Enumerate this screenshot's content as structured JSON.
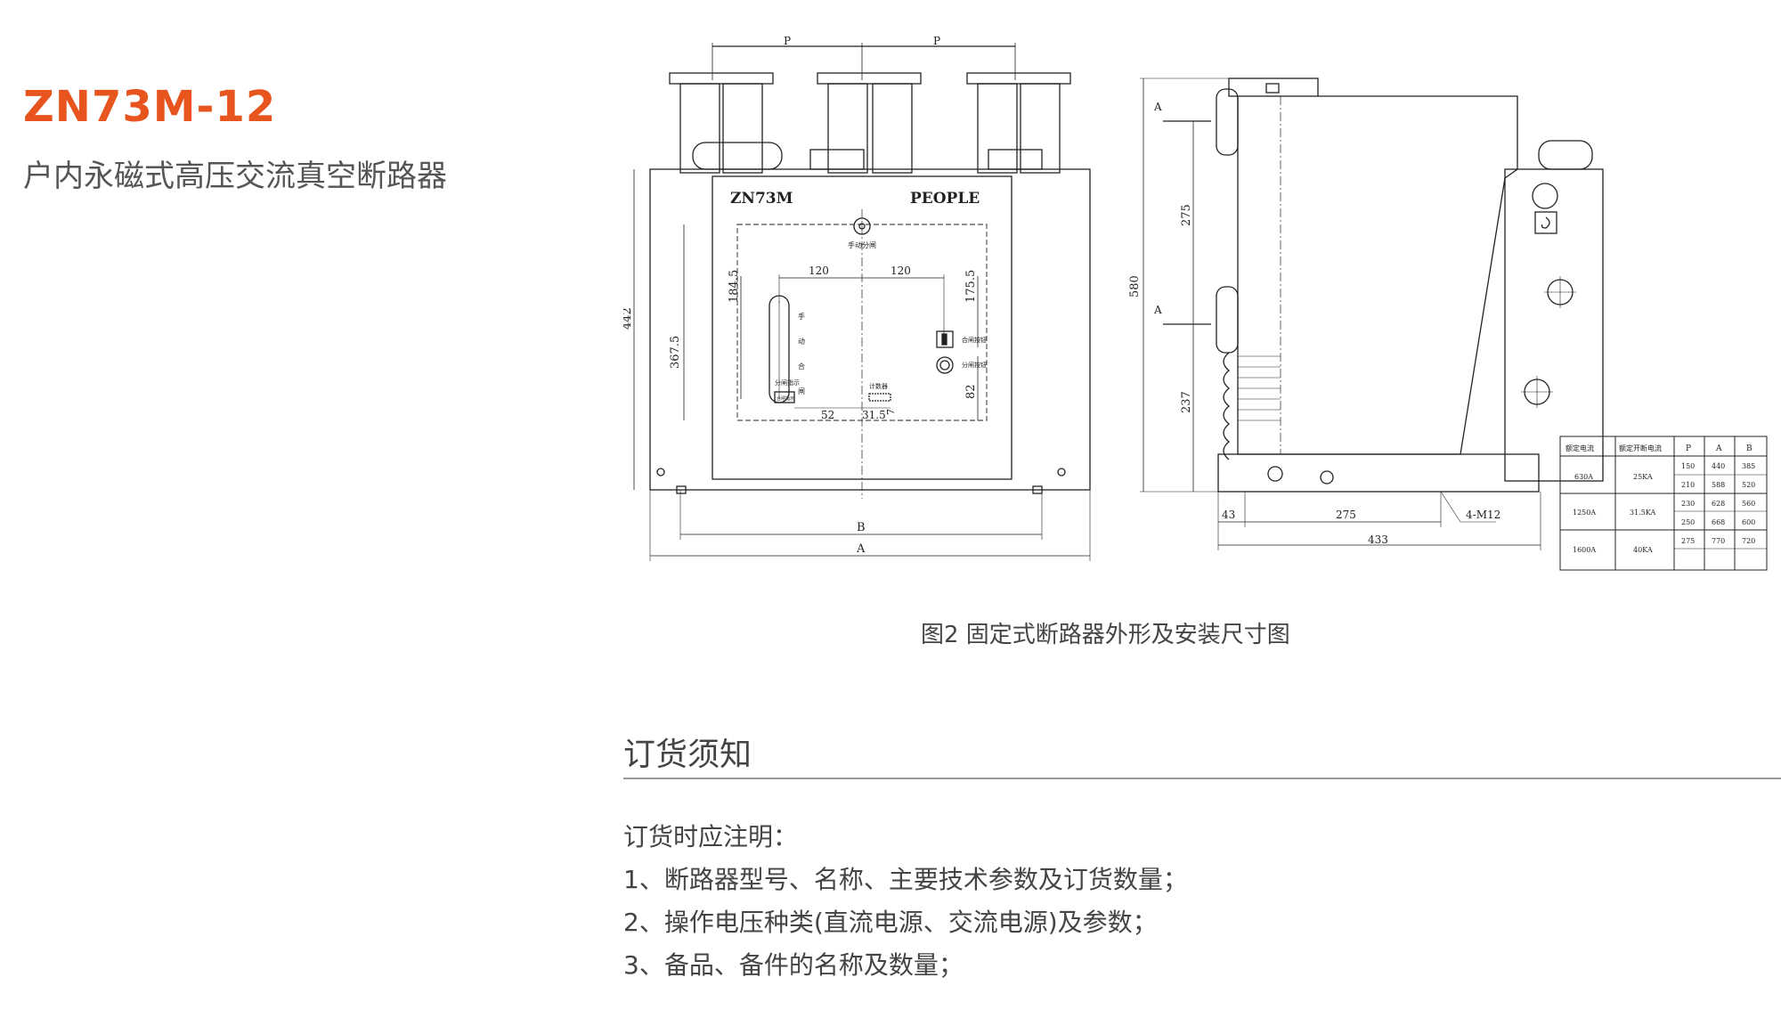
{
  "header": {
    "model": "ZN73M-12",
    "subtitle": "户内永磁式高压交流真空断路器"
  },
  "figure": {
    "caption": "图2 固定式断路器外形及安装尺寸图",
    "front_view": {
      "nameplate_left": "ZN73M",
      "nameplate_right": "PEOPLE",
      "dim_top_p": "P",
      "dim_height": "442",
      "dim_inner_height": "367.5",
      "dim_184": "184.5",
      "dim_175": "175.5",
      "dim_120_left": "120",
      "dim_120_right": "120",
      "dim_82": "82",
      "dim_52": "52",
      "dim_31": "31.5",
      "dim_7": "7",
      "dim_b": "B",
      "dim_a": "A",
      "label_manual_open": "手动分闸",
      "label_manual_close_chars": [
        "手",
        "动",
        "合",
        "闸"
      ],
      "label_close_button": "合闸按钮",
      "label_open_button": "分闸按钮",
      "label_indicator": "分闸指示",
      "label_counter": "计数器",
      "label_indicator_box": "合闸指示"
    },
    "side_view": {
      "dim_580": "580",
      "dim_275_v": "275",
      "dim_237": "237",
      "dim_43": "43",
      "dim_275_h": "275",
      "dim_433": "433",
      "bolt": "4-M12",
      "section_a": "A"
    },
    "spec_table": {
      "headers": [
        "额定电流",
        "额定开断电流",
        "P",
        "A",
        "B"
      ],
      "groups": [
        {
          "current": "630A",
          "breaking": "25KA"
        },
        {
          "current": "1250A",
          "breaking": "31.5KA"
        },
        {
          "current": "1600A",
          "breaking": "40KA"
        }
      ],
      "rows": [
        [
          "150",
          "440",
          "385"
        ],
        [
          "210",
          "588",
          "520"
        ],
        [
          "230",
          "628",
          "560"
        ],
        [
          "250",
          "668",
          "600"
        ],
        [
          "275",
          "770",
          "720"
        ]
      ]
    }
  },
  "order": {
    "title": "订货须知",
    "intro": "订货时应注明：",
    "items": [
      "1、断路器型号、名称、主要技术参数及订货数量；",
      "2、操作电压种类(直流电源、交流电源)及参数；",
      "3、备品、备件的名称及数量；"
    ]
  }
}
